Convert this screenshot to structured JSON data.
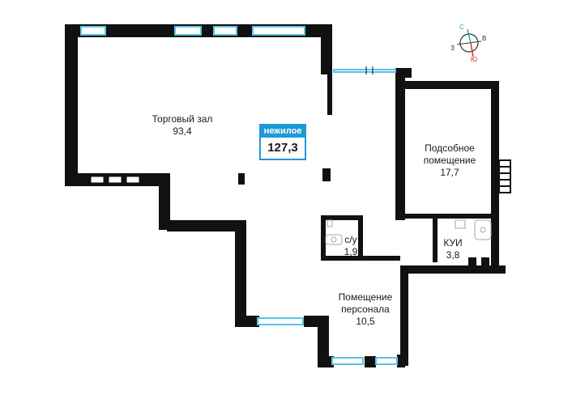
{
  "rooms": {
    "trade_hall": {
      "name": "Торговый зал",
      "area": "93,4"
    },
    "utility": {
      "name_line1": "Подсобное",
      "name_line2": "помещение",
      "area": "17,7"
    },
    "wc": {
      "name": "с/у",
      "area": "1,9"
    },
    "kui": {
      "name": "КУИ",
      "area": "3,8"
    },
    "staff": {
      "name_line1": "Помещение",
      "name_line2": "персонала",
      "area": "10,5"
    }
  },
  "badge": {
    "type": "нежилое",
    "total_area": "127,3"
  },
  "compass": {
    "n": "С",
    "e": "В",
    "w": "З",
    "s": "Ю"
  },
  "colors": {
    "wall": "#111111",
    "window": "#5bc3e6",
    "accent": "#1e9ad6",
    "compass_red": "#d9202a",
    "compass_teal": "#1aa3b8"
  }
}
